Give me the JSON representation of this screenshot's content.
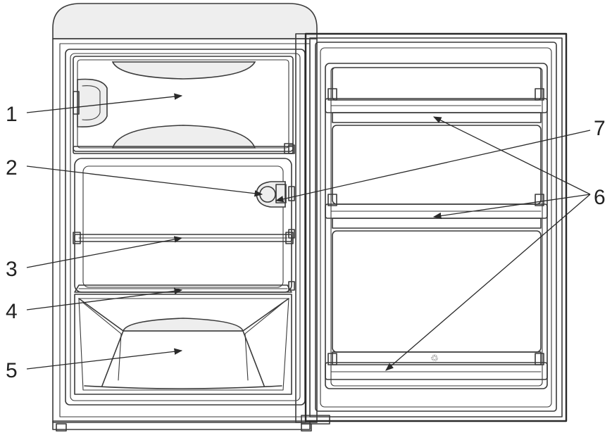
{
  "callouts": [
    {
      "label": "1"
    },
    {
      "label": "2"
    },
    {
      "label": "3"
    },
    {
      "label": "4"
    },
    {
      "label": "5"
    },
    {
      "label": "6"
    },
    {
      "label": "7"
    }
  ],
  "recycle_symbol": "♲"
}
